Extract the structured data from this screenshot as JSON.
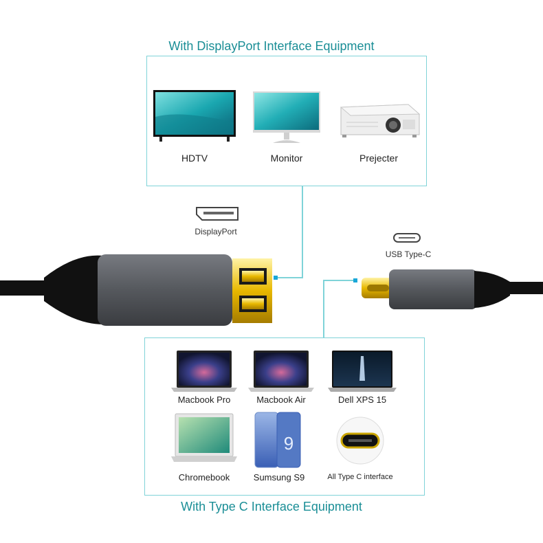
{
  "top": {
    "title": "With DisplayPort Interface Equipment",
    "devices": [
      {
        "label": "HDTV",
        "icon": "hdtv-icon"
      },
      {
        "label": "Monitor",
        "icon": "monitor-icon"
      },
      {
        "label": "Prejecter",
        "icon": "projector-icon"
      }
    ]
  },
  "ports": {
    "displayport_label": "DisplayPort",
    "usbc_label": "USB Type-C"
  },
  "bottom": {
    "title": "With Type C Interface Equipment",
    "devices": [
      {
        "label": "Macbook Pro",
        "icon": "laptop-icon"
      },
      {
        "label": "Macbook Air",
        "icon": "laptop-icon"
      },
      {
        "label": "Dell XPS 15",
        "icon": "laptop-icon"
      },
      {
        "label": "Chromebook",
        "icon": "laptop-icon"
      },
      {
        "label": "Sumsung S9",
        "icon": "phone-icon"
      },
      {
        "label": "All Type C interface",
        "icon": "usb-c-port-icon"
      }
    ]
  },
  "colors": {
    "accent": "#1a8e96",
    "frame": "#7fd3d8",
    "connector_gold": "#e8b800",
    "housing": "#5b5e63"
  }
}
